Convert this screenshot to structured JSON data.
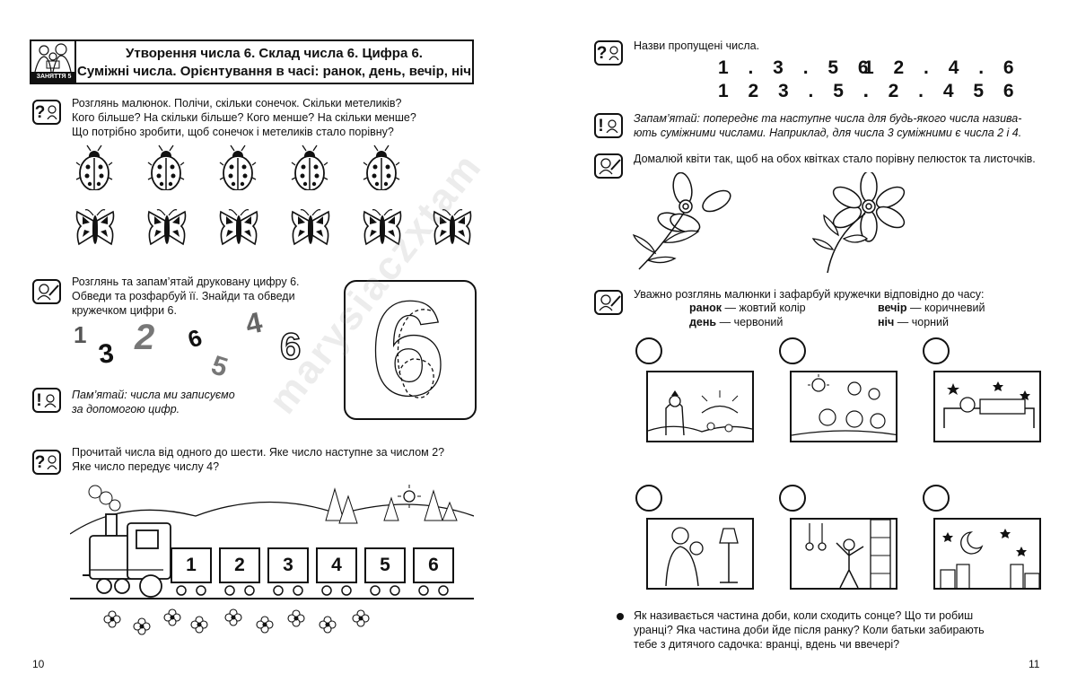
{
  "left_page": {
    "header": {
      "lesson_tag": "ЗАНЯТТЯ 5",
      "title_line1": "Утворення числа 6. Склад числа 6. Цифра 6.",
      "title_line2": "Суміжні числа. Орієнтування в часі: ранок, день, вечір, ніч"
    },
    "task1": {
      "icon": "question-mark",
      "lines": [
        "Розглянь малюнок. Полічи, скільки сонечок. Скільки метеликів?",
        "Кого більше? На скільки більше? Кого менше? На скільки менше?",
        "Що потрібно зробити, щоб сонечок і метеликів стало порівну?"
      ]
    },
    "task2": {
      "icon": "pencil-kid",
      "lines": [
        "Розглянь та запам’ятай друковану цифру 6.",
        "Обведи та розфарбуй її. Знайди та обведи",
        "кружечком цифри 6."
      ],
      "digits": [
        "1",
        "3",
        "2",
        "6",
        "4",
        "5",
        "6"
      ],
      "big_digit": "6"
    },
    "remember": {
      "icon": "exclamation-mark",
      "lines": [
        "Пам’ятай: числа ми записуємо",
        "за допомогою цифр."
      ]
    },
    "task3": {
      "icon": "question-mark",
      "lines": [
        "Прочитай числа від одного до шести. Яке число наступне за числом 2?",
        "Яке число передує числу 4?"
      ],
      "wagons": [
        "1",
        "2",
        "3",
        "4",
        "5",
        "6"
      ]
    },
    "page_number": "10"
  },
  "right_page": {
    "task_missing": {
      "icon": "question-mark",
      "text": "Назви пропущені числа.",
      "row1_left": "1 . 3 . 5 6",
      "row1_right": "1 2 . 4 . 6",
      "row2_left": "1 2 3 . 5 .",
      "row2_right": ". 2 . 4 5 6"
    },
    "remember": {
      "icon": "exclamation-mark",
      "lines": [
        "Запам’ятай: попереднє та наступне числа для будь-якого числа назива-",
        "ють суміжними числами. Наприклад, для числа 3 суміжними є числа 2 і 4."
      ]
    },
    "task_flowers": {
      "icon": "pencil-kid",
      "text": "Домалюй квіти так, щоб на обох квітках стало порівну пелюсток та листочків."
    },
    "task_time": {
      "icon": "pencil-kid",
      "text": "Уважно розглянь малюнки і зафарбуй кружечки відповідно до часу:",
      "legend": [
        {
          "word": "ранок",
          "rest": " — жовтий колір"
        },
        {
          "word": "вечір",
          "rest": " — коричневий"
        },
        {
          "word": "день",
          "rest": " — червоний"
        },
        {
          "word": "ніч",
          "rest": " — чорний"
        }
      ]
    },
    "bottom_question": {
      "lines": [
        "Як називається частина доби, коли сходить сонце? Що ти робиш",
        "уранці? Яка частина доби йде після ранку? Коли батьки забирають",
        "тебе з дитячого садочка: вранці, вдень чи ввечері?"
      ]
    },
    "page_number": "11"
  },
  "watermark": "marysiaczxtam"
}
